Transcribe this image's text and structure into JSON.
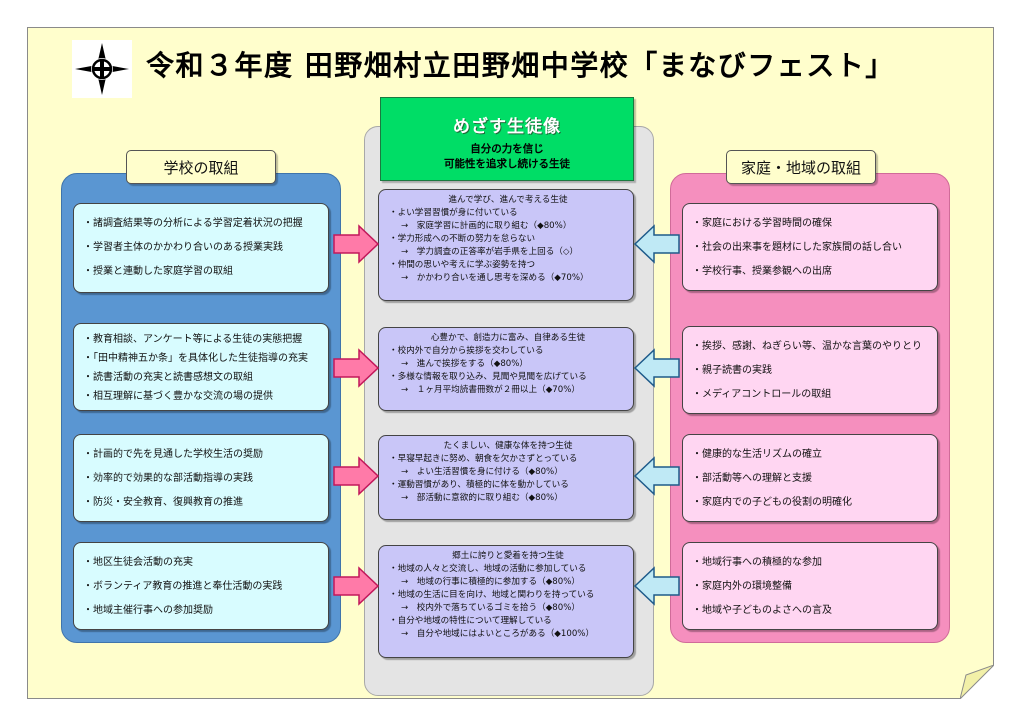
{
  "title": "令和３年度 田野畑村立田野畑中学校「まなびフェスト」",
  "goal": {
    "heading": "めざす生徒像",
    "lines": [
      "自分の力を信じ",
      "可能性を追求し続ける生徒"
    ]
  },
  "school": {
    "header": "学校の取組",
    "boxes": [
      [
        "・諸調査結果等の分析による学習定着状況の把握",
        "・学習者主体のかかわり合いのある授業実践",
        "・授業と連動した家庭学習の取組"
      ],
      [
        "・教育相談、アンケート等による生徒の実態把握",
        "・「田中精神五か条」を具体化した生徒指導の充実",
        "・読書活動の充実と読書感想文の取組",
        "・相互理解に基づく豊かな交流の場の提供"
      ],
      [
        "・計画的で先を見通した学校生活の奨励",
        "・効率的で効果的な部活動指導の実践",
        "・防災・安全教育、復興教育の推進"
      ],
      [
        "・地区生徒会活動の充実",
        "・ボランティア教育の推進と奉仕活動の実践",
        "・地域主催行事への参加奨励"
      ]
    ]
  },
  "home": {
    "header": "家庭・地域の取組",
    "boxes": [
      [
        "・家庭における学習時間の確保",
        "・社会の出来事を題材にした家族間の話し合い",
        "・学校行事、授業参観への出席"
      ],
      [
        "・挨拶、感謝、ねぎらい等、温かな言葉のやりとり",
        "・親子読書の実践",
        "・メディアコントロールの取組"
      ],
      [
        "・健康的な生活リズムの確立",
        "・部活動等への理解と支援",
        "・家庭内での子どもの役割の明確化"
      ],
      [
        "・地域行事への積極的な参加",
        "・家庭内外の環境整備",
        "・地域や子どものよさへの言及"
      ]
    ]
  },
  "goals": [
    {
      "head": "進んで学び、進んで考える生徒",
      "lines": [
        {
          "t": "・よい学習習慣が身に付いている",
          "sub": false
        },
        {
          "t": "→　家庭学習に計画的に取り組む（◆80%）",
          "sub": true
        },
        {
          "t": "・学力形成への不断の努力を怠らない",
          "sub": false
        },
        {
          "t": "→　学力調査の正答率が岩手県を上回る（◇）",
          "sub": true
        },
        {
          "t": "・仲間の思いや考えに学ぶ姿勢を持つ",
          "sub": false
        },
        {
          "t": "→　かかわり合いを通し思考を深める（◆70%）",
          "sub": true
        }
      ]
    },
    {
      "head": "心豊かで、創造力に富み、自律ある生徒",
      "lines": [
        {
          "t": "・校内外で自分から挨拶を交わしている",
          "sub": false
        },
        {
          "t": "→　進んで挨拶をする（◆80%）",
          "sub": true
        },
        {
          "t": "・多様な情報を取り込み、見聞や見聞を広げている",
          "sub": false
        },
        {
          "t": "→　１ヶ月平均読書冊数が２冊以上（◆70%）",
          "sub": true
        }
      ]
    },
    {
      "head": "たくましい、健康な体を持つ生徒",
      "lines": [
        {
          "t": "・早寝早起きに努め、朝食を欠かさずとっている",
          "sub": false
        },
        {
          "t": "→　よい生活習慣を身に付ける（◆80%）",
          "sub": true
        },
        {
          "t": "・運動習慣があり、積極的に体を動かしている",
          "sub": false
        },
        {
          "t": "→　部活動に意欲的に取り組む（◆80%）",
          "sub": true
        }
      ]
    },
    {
      "head": "郷土に誇りと愛着を持つ生徒",
      "lines": [
        {
          "t": "・地域の人々と交流し、地域の活動に参加している",
          "sub": false
        },
        {
          "t": "→　地域の行事に積極的に参加する（◆80%）",
          "sub": true
        },
        {
          "t": "・地域の生活に目を向け、地域と関わりを持っている",
          "sub": false
        },
        {
          "t": "→　校内外で落ちているゴミを拾う（◆80%）",
          "sub": true
        },
        {
          "t": "・自分や地域の特性について理解している",
          "sub": false
        },
        {
          "t": "→　自分や地域にはよいところがある（◆100%）",
          "sub": true
        }
      ]
    }
  ],
  "colors": {
    "paper": "#fffecc",
    "school_panel": "#5a96d2",
    "home_panel": "#f58fbe",
    "goal_header": "#00dd66",
    "goal_box": "#c9c6f8",
    "school_box": "#d8fcff",
    "home_box": "#ffd6f2",
    "arrow_pink": "#ff7aa8",
    "arrow_blue": "#bfe9f5"
  }
}
